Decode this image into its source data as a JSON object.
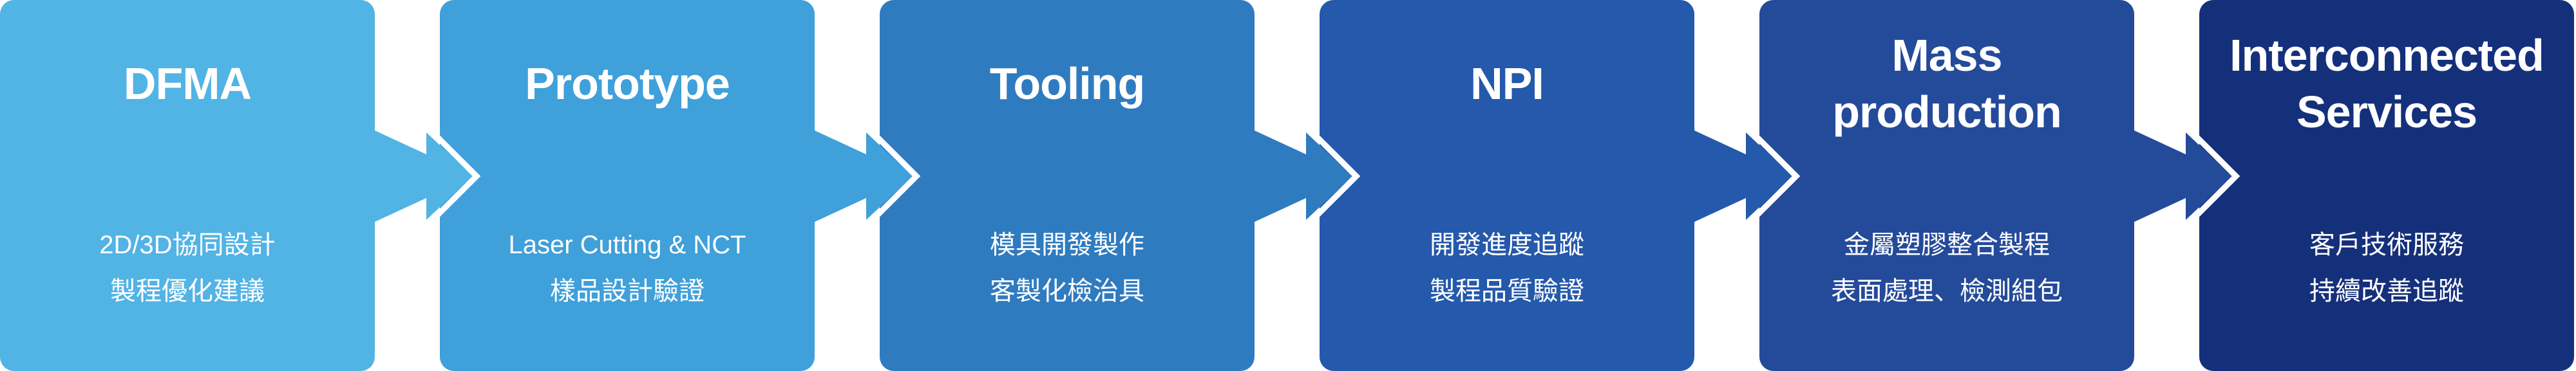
{
  "steps": [
    {
      "title": [
        "DFMA"
      ],
      "lines": [
        "2D/3D協同設計",
        "製程優化建議"
      ],
      "color": "#52b3e5"
    },
    {
      "title": [
        "Prototype"
      ],
      "lines": [
        "Laser Cutting & NCT",
        "樣品設計驗證"
      ],
      "color": "#3fa0da"
    },
    {
      "title": [
        "Tooling"
      ],
      "lines": [
        "模具開發製作",
        "客製化檢治具"
      ],
      "color": "#2f7bc0"
    },
    {
      "title": [
        "NPI"
      ],
      "lines": [
        "開發進度追蹤",
        "製程品質驗證"
      ],
      "color": "#2459ab"
    },
    {
      "title": [
        "Mass",
        "production"
      ],
      "lines": [
        "金屬塑膠整合製程",
        "表面處理、檢測組包"
      ],
      "color": "#244a9a"
    },
    {
      "title": [
        "Interconnected",
        "Services"
      ],
      "lines": [
        "客戶技術服務",
        "持續改善追蹤"
      ],
      "color": "#15307b"
    }
  ]
}
